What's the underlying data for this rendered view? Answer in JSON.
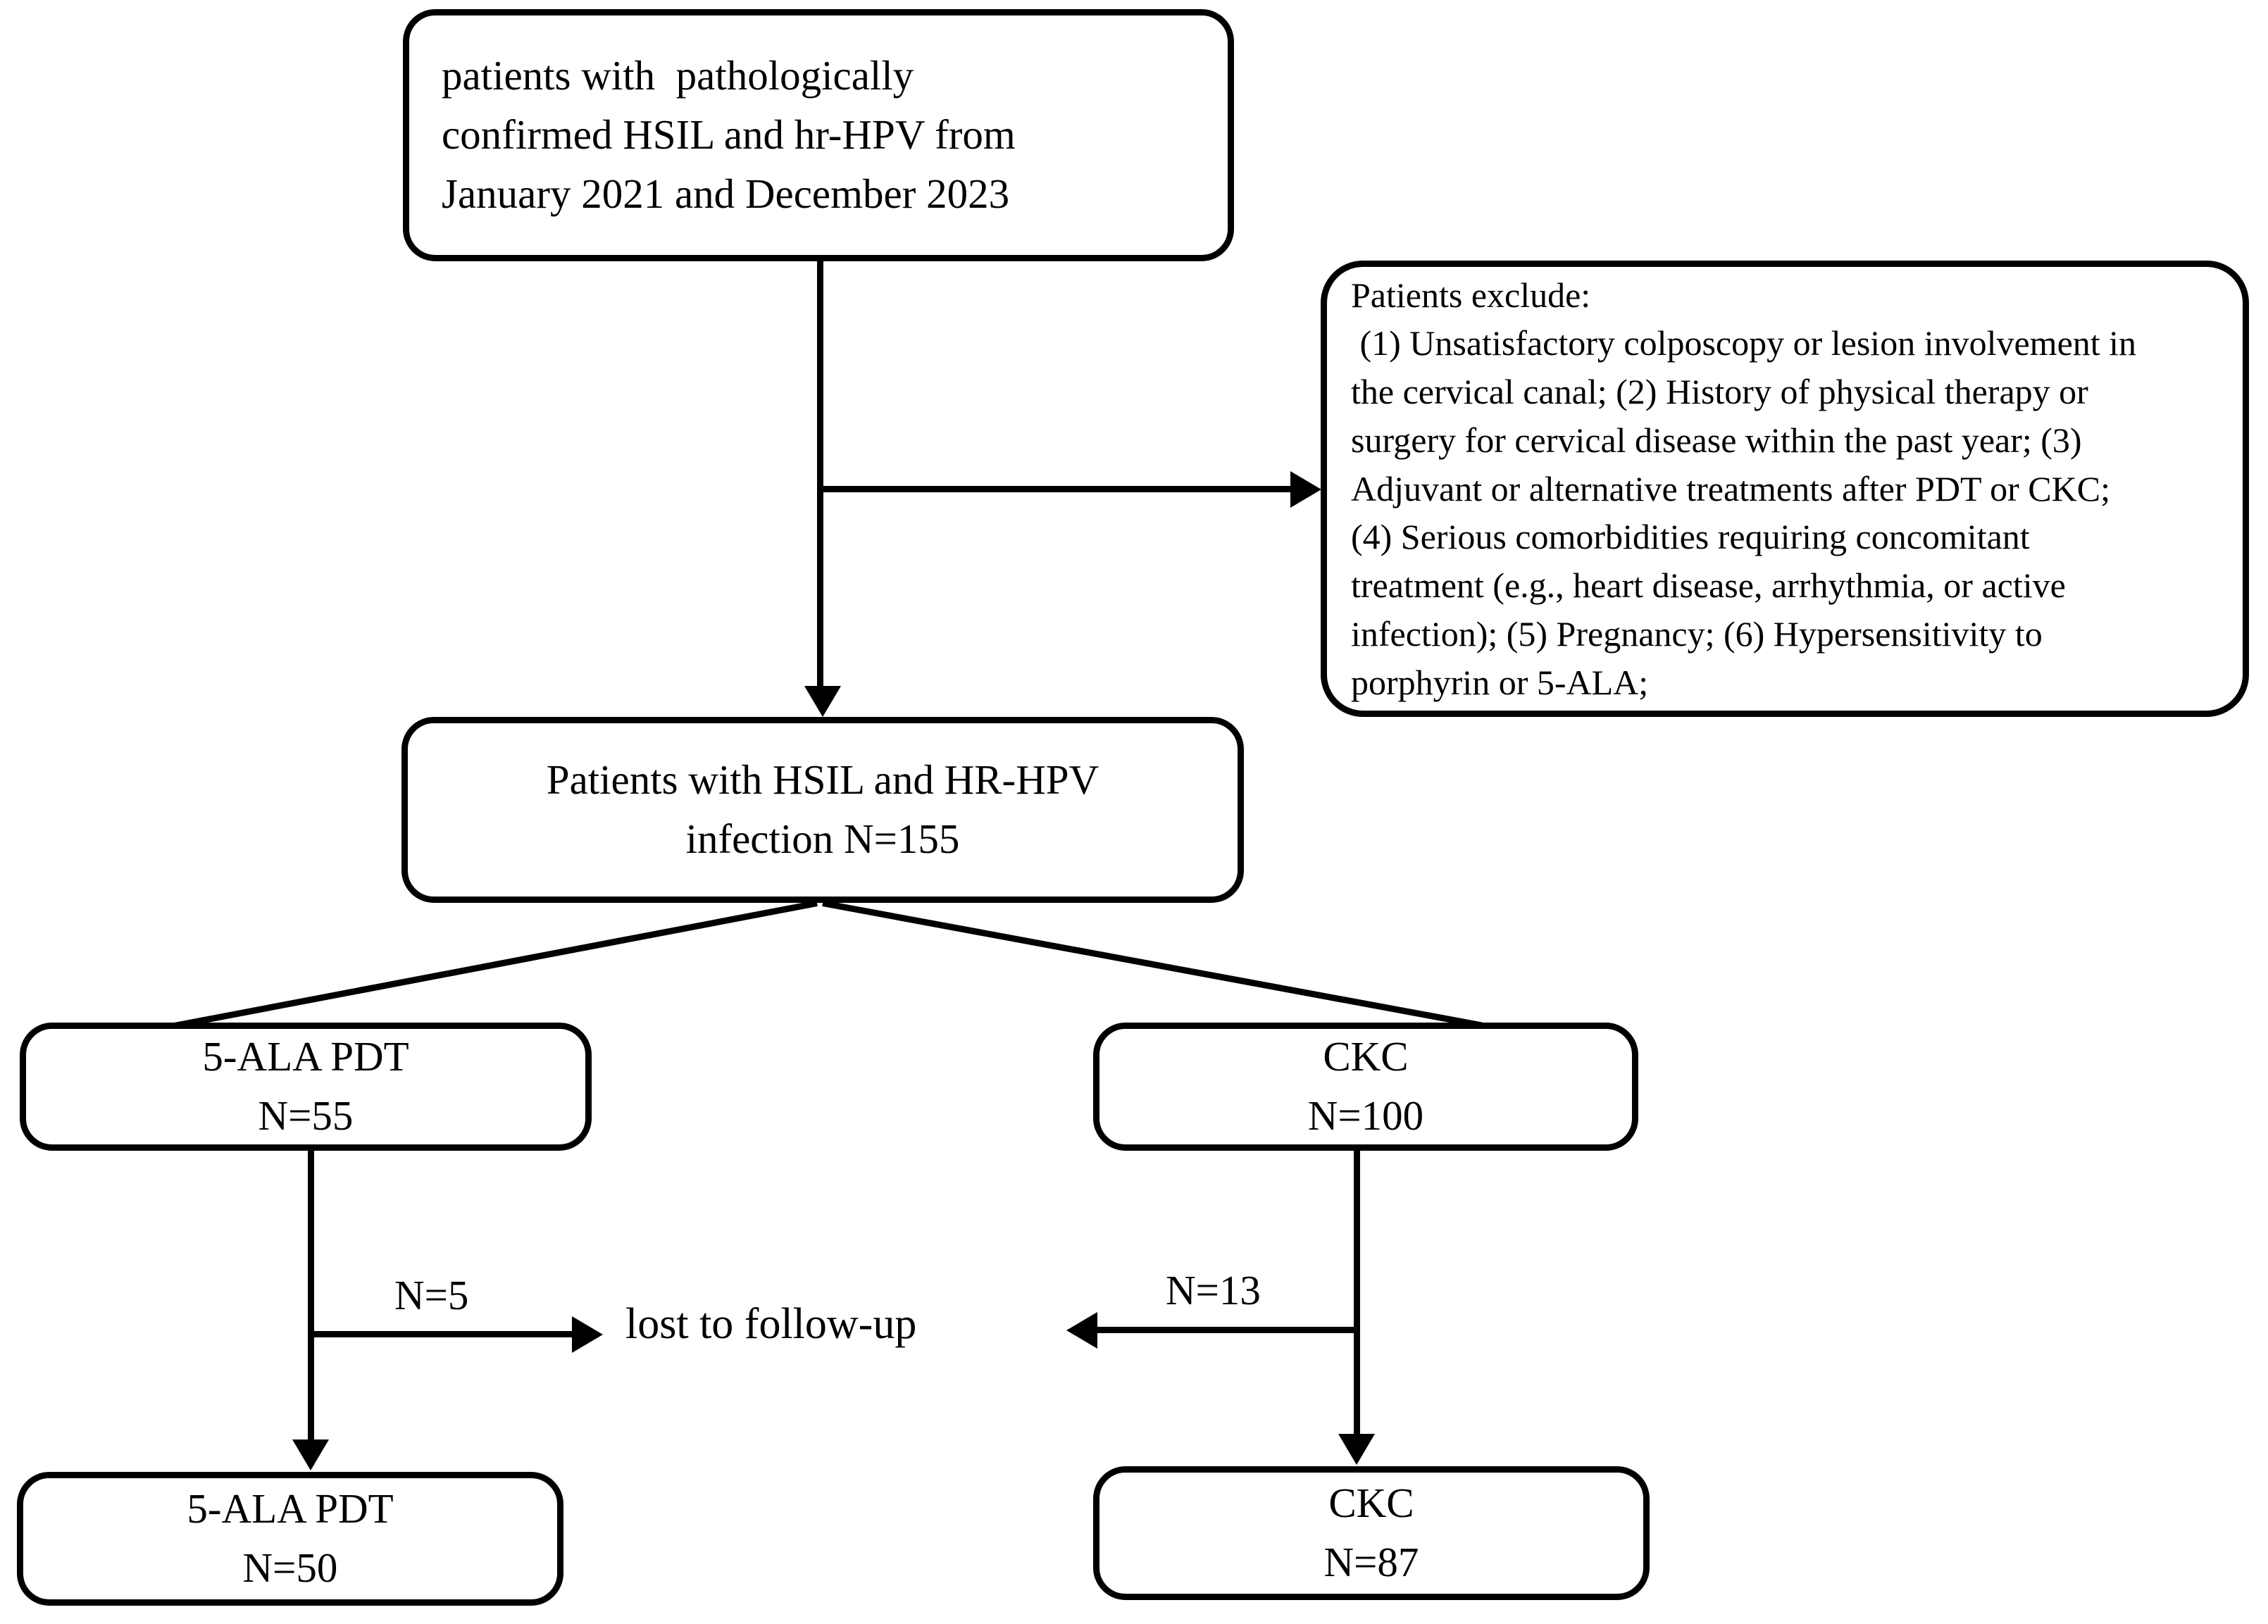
{
  "diagram": {
    "type": "flowchart",
    "title": "Patient enrollment and treatment allocation flowchart",
    "boxes": {
      "enrollment": {
        "lines": [
          "patients with  pathologically",
          "confirmed HSIL and hr-HPV from",
          "January 2021 and December 2023"
        ]
      },
      "exclusion": {
        "lines": [
          "Patients exclude:",
          " (1) Unsatisfactory colposcopy or lesion involvement in",
          "the cervical canal; (2) History of physical therapy or",
          "surgery for cervical disease within the past year; (3)",
          "Adjuvant or alternative treatments after PDT or CKC;",
          "(4) Serious comorbidities requiring concomitant",
          "treatment (e.g., heart disease, arrhythmia, or active",
          "infection); (5) Pregnancy; (6) Hypersensitivity to",
          "porphyrin or 5-ALA;"
        ]
      },
      "eligible": {
        "lines": [
          "Patients with HSIL and HR-HPV",
          "infection N=155"
        ]
      },
      "pdt_arm": {
        "lines": [
          "5-ALA PDT",
          "N=55"
        ]
      },
      "ckc_arm": {
        "lines": [
          "CKC",
          "N=100"
        ]
      },
      "pdt_final": {
        "lines": [
          "5-ALA PDT",
          "N=50"
        ]
      },
      "ckc_final": {
        "lines": [
          "CKC",
          "N=87"
        ]
      }
    },
    "labels": {
      "pdt_lost": "N=5",
      "ckc_lost": "N=13",
      "lost_to_followup": "lost to follow-up"
    },
    "colors": {
      "stroke": "#000000",
      "fill": "#ffffff",
      "text": "#000000"
    }
  }
}
